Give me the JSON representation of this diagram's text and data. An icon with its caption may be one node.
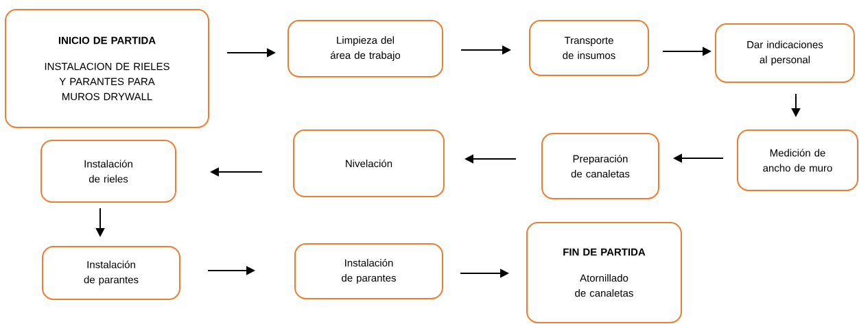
{
  "diagram": {
    "nodes": [
      {
        "text": [
          "INICIO DE PARTIDA",
          "INSTALACION DE RIELES Y PARANTES PARA MUROS DRYWALL"
        ]
      },
      {
        "text": [
          "Limpieza del área de trabajo"
        ]
      },
      {
        "text": [
          "Transporte de insumos"
        ]
      },
      {
        "text": [
          "Dar indicaciones al personal"
        ]
      },
      {
        "text": [
          "Medición de ancho de muro"
        ]
      },
      {
        "text": [
          "Preparación de canaletas"
        ]
      },
      {
        "text": [
          "Nivelación"
        ]
      },
      {
        "text": [
          "Instalación de rieles"
        ]
      },
      {
        "text": [
          "Instalación de parantes"
        ]
      },
      {
        "text": [
          "Instalación de parantes"
        ]
      },
      {
        "text": [
          "FIN DE PARTIDA",
          "Atornillado de canaletas"
        ]
      }
    ],
    "edges": [
      {
        "from": 0,
        "to": 1,
        "arrow": "to"
      },
      {
        "from": 1,
        "to": 2,
        "arrow": "to"
      },
      {
        "from": 2,
        "to": 3,
        "arrow": "to"
      },
      {
        "from": 3,
        "to": 4,
        "arrow": "to"
      },
      {
        "from": 4,
        "to": 5,
        "arrow": "to"
      },
      {
        "from": 5,
        "to": 6,
        "arrow": "to"
      },
      {
        "from": 6,
        "to": 7,
        "arrow": "to"
      },
      {
        "from": 7,
        "to": 8,
        "arrow": "to"
      },
      {
        "from": 8,
        "to": 9,
        "arrow": "to"
      },
      {
        "from": 9,
        "to": 10,
        "arrow": "to"
      }
    ]
  }
}
